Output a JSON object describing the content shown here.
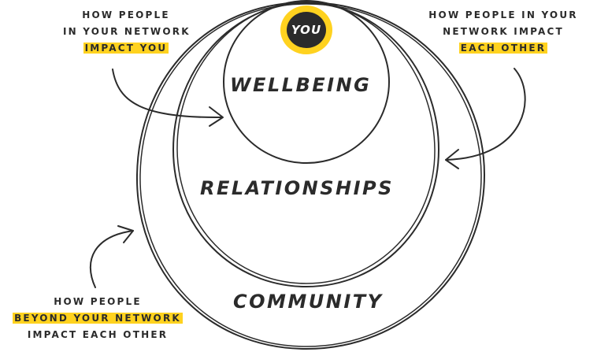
{
  "colors": {
    "accent": "#ffd21f",
    "ink": "#2b2b2b"
  },
  "center": {
    "label": "YOU"
  },
  "circles": {
    "inner": "WELLBEING",
    "middle": "RELATIONSHIPS",
    "outer": "COMMUNITY"
  },
  "annotations": {
    "top_left": {
      "line1": "HOW PEOPLE",
      "line2": "IN YOUR NETWORK",
      "highlight": "IMPACT YOU"
    },
    "top_right": {
      "line1": "HOW PEOPLE IN YOUR",
      "line2": "NETWORK IMPACT",
      "highlight": "EACH OTHER"
    },
    "bottom_left": {
      "line1": "HOW PEOPLE",
      "highlight": "BEYOND YOUR NETWORK",
      "line3": "IMPACT EACH OTHER"
    }
  },
  "icons": [
    "arrow-left-to-wellbeing",
    "arrow-right-to-relationships",
    "arrow-bottom-to-community"
  ]
}
